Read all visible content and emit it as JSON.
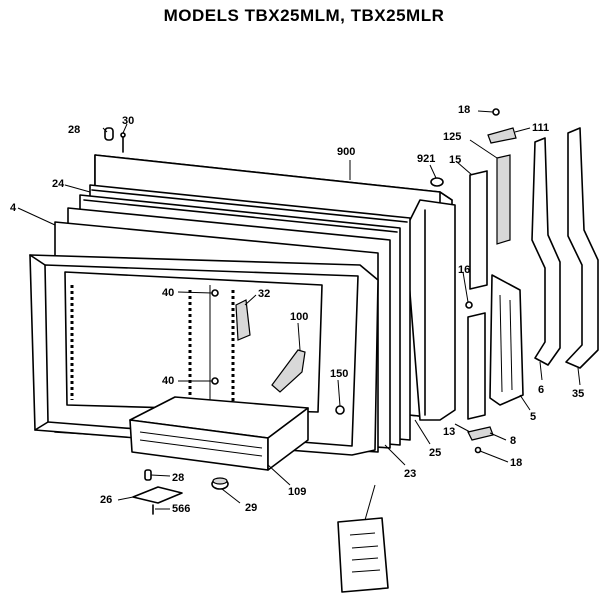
{
  "title": "MODELS TBX25MLM, TBX25MLR",
  "callouts": {
    "c18a": "18",
    "c111": "111",
    "c30": "30",
    "c28a": "28",
    "c125": "125",
    "c900": "900",
    "c921": "921",
    "c15": "15",
    "c24": "24",
    "c4": "4",
    "c16": "16",
    "c40a": "40",
    "c32": "32",
    "c100": "100",
    "c40b": "40",
    "c150": "150",
    "c6": "6",
    "c35": "35",
    "c5": "5",
    "c13": "13",
    "c8": "8",
    "c25": "25",
    "c23": "23",
    "c18b": "18",
    "c28b": "28",
    "c109": "109",
    "c26": "26",
    "c29": "29",
    "c566": "566"
  }
}
